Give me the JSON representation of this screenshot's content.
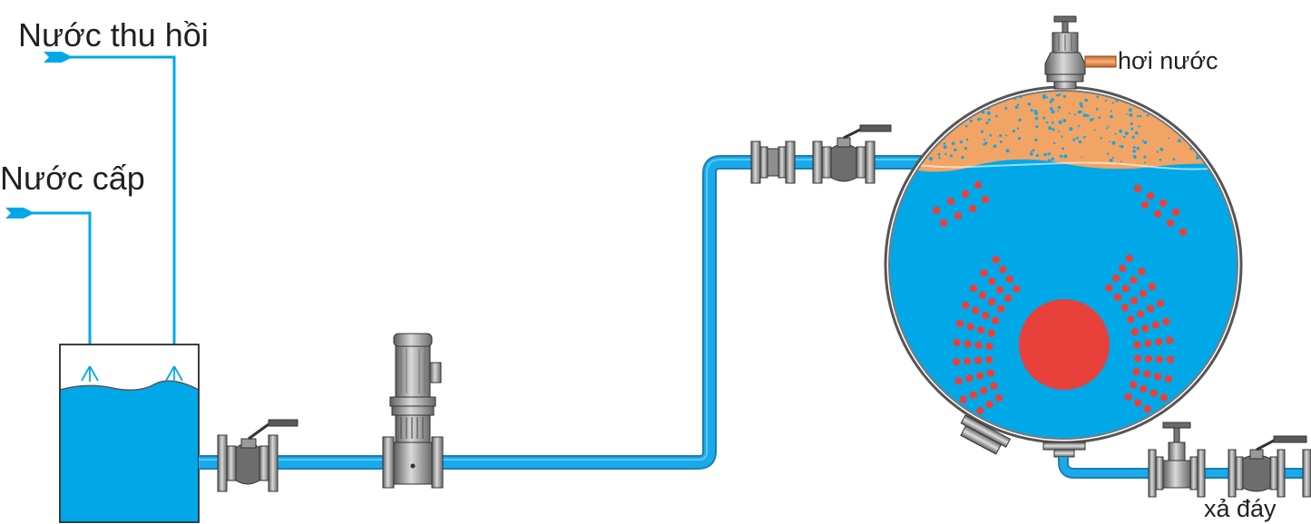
{
  "labels": {
    "return_water": "Nước thu hồi",
    "feed_water": "Nước cấp",
    "steam": "hơi nước",
    "bottom_blowdown": "xả đáy"
  },
  "colors": {
    "water": "#00a8e8",
    "steam_band": "#f0a060",
    "heat_dots": "#e8413c",
    "furnace": "#e8413c",
    "equipment_grey": "#8a8a8a",
    "outline": "#333333"
  }
}
